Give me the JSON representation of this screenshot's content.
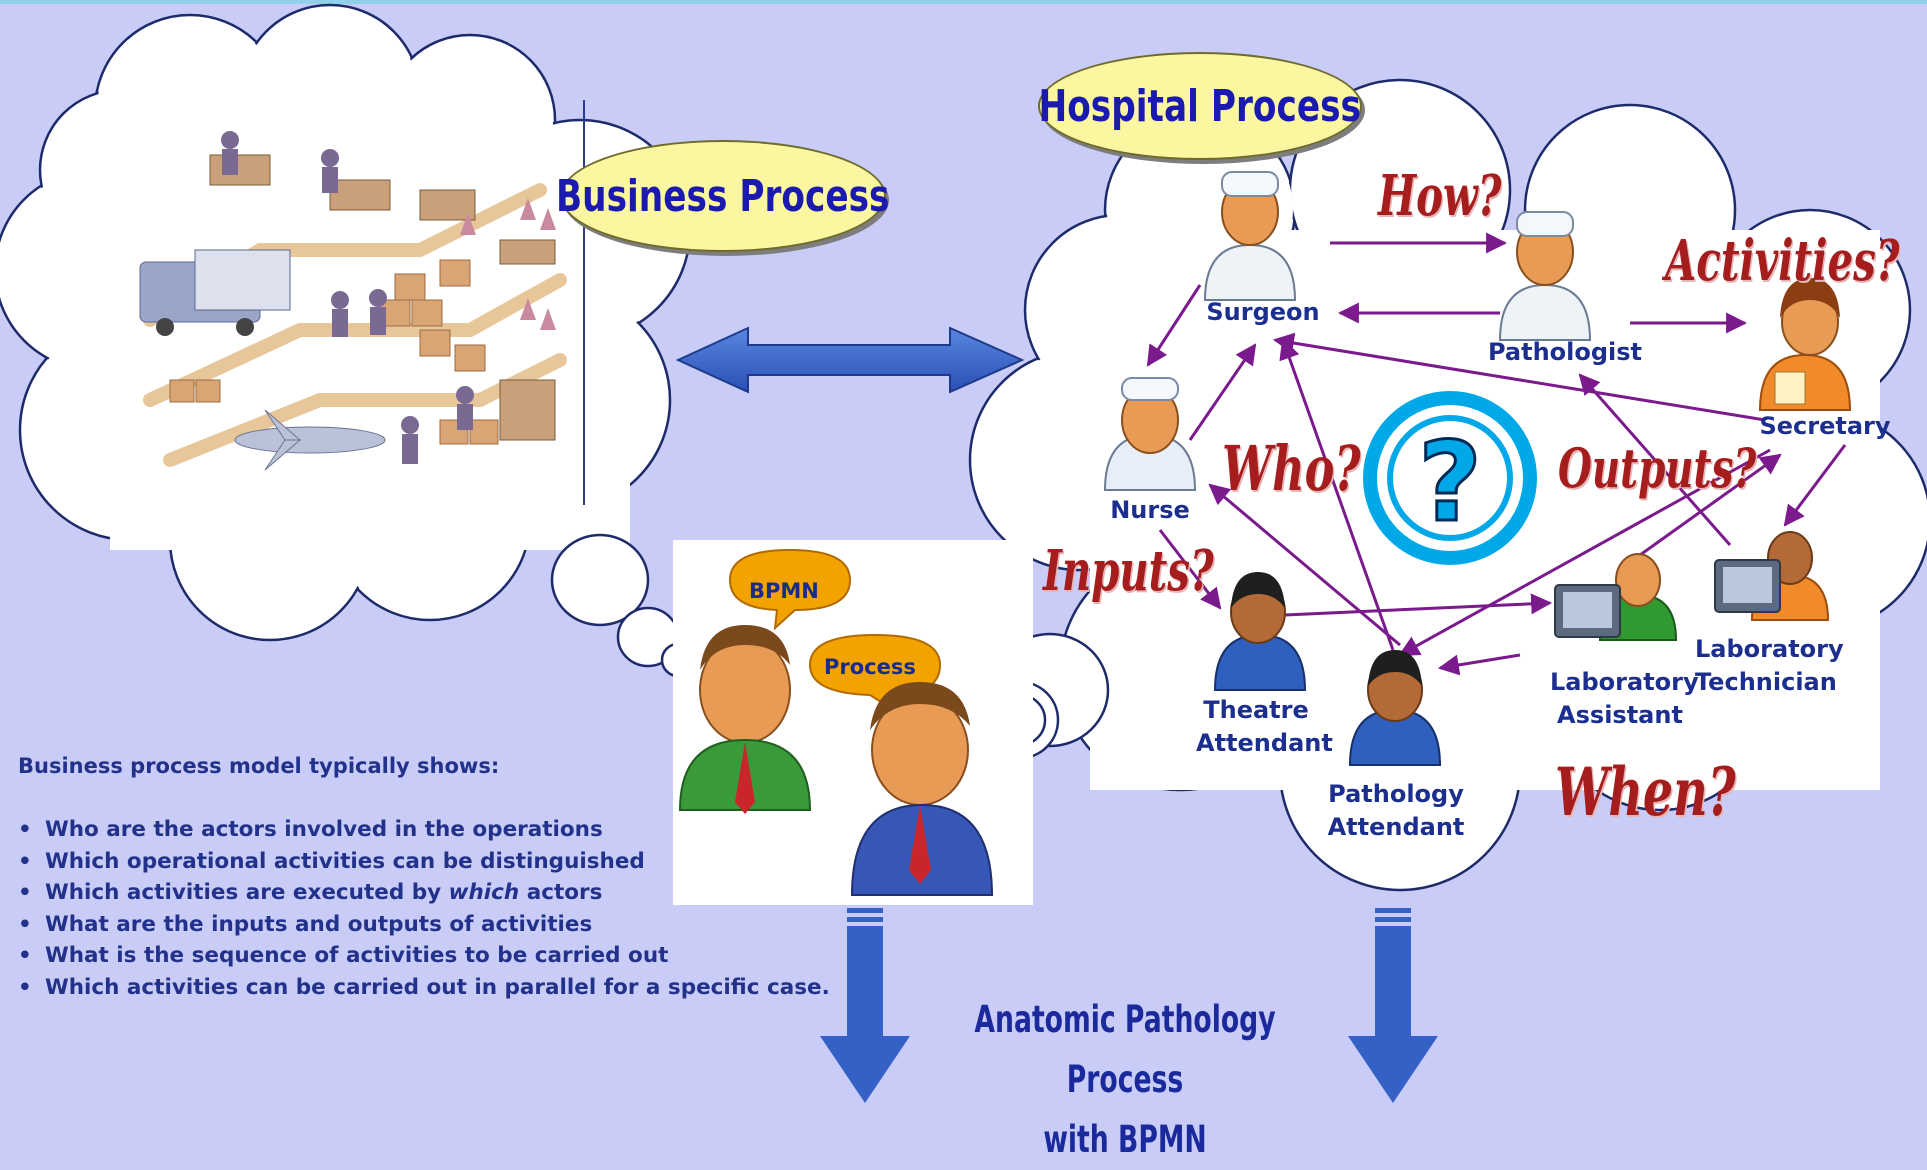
{
  "labels": {
    "business_process": "Business Process",
    "hospital_process": "Hospital Process",
    "bpmn": "BPMN",
    "process": "Process"
  },
  "actors": {
    "surgeon": "Surgeon",
    "pathologist": "Pathologist",
    "secretary": "Secretary",
    "nurse": "Nurse",
    "theatre_attendant": "Theatre Attendant",
    "pathology_attendant": "Pathology Attendant",
    "laboratory_assistant": "Laboratory Assistant",
    "laboratory_technician": "Laboratory Technician"
  },
  "questions": {
    "how": "How?",
    "activities": "Activities?",
    "who": "Who?",
    "outputs": "Outputs?",
    "inputs": "Inputs?",
    "when": "When?",
    "question_mark": "?"
  },
  "info": {
    "title": "Business process model typically shows:",
    "items": [
      "Who are the actors involved in the operations",
      "Which operational activities can be distinguished",
      "Which activities are executed by",
      "What are the inputs and outputs of activities",
      "What is the sequence of activities to be carried out",
      "Which activities can be carried out in parallel for a specific case."
    ],
    "item3_em": "which",
    "item3_tail": " actors"
  },
  "bottom_title": {
    "line1": "Anatomic Pathology Process",
    "line2": "with BPMN"
  },
  "colors": {
    "background": "#c9ccf7",
    "arrow_blue": "#3561c7",
    "relation_purple": "#7a1a8c",
    "label_navy": "#1c2f8f",
    "question_red": "#a51d1d",
    "ellipse_yellow": "#fbf6a0"
  }
}
